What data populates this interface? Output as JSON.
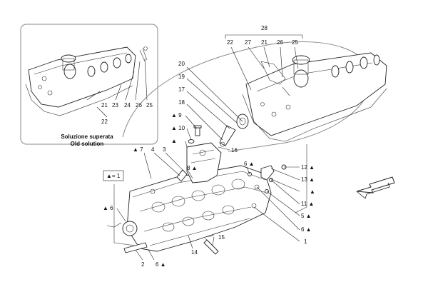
{
  "inset": {
    "caption_line1": "Soluzione superata",
    "caption_line2": "Old solution",
    "labels": [
      "21",
      "23",
      "24",
      "26",
      "25",
      "22"
    ]
  },
  "top_group": {
    "bracket_label": "28",
    "labels": [
      "22",
      "27",
      "21",
      "26",
      "25"
    ]
  },
  "legend": {
    "text": "▲= 1"
  },
  "callouts": {
    "c20": "20",
    "c19": "19",
    "c17": "17",
    "c18": "18",
    "c9": "▲ 9",
    "c10": "▲ 10",
    "c8a": "▲",
    "c8": "8 ▲",
    "c16": "16",
    "c7": "▲ 7",
    "c4": "4",
    "c3": "3",
    "c6a": "6 ▲",
    "c12": "12 ▲",
    "c13": "13 ▲",
    "c13a": "▲",
    "c11": "11 ▲",
    "c5": "5 ▲",
    "c6b": "6 ▲",
    "c1": "1",
    "c6c": "▲ 6",
    "c15": "15",
    "c14": "14",
    "c2": "2",
    "c6d": "6 ▲"
  }
}
